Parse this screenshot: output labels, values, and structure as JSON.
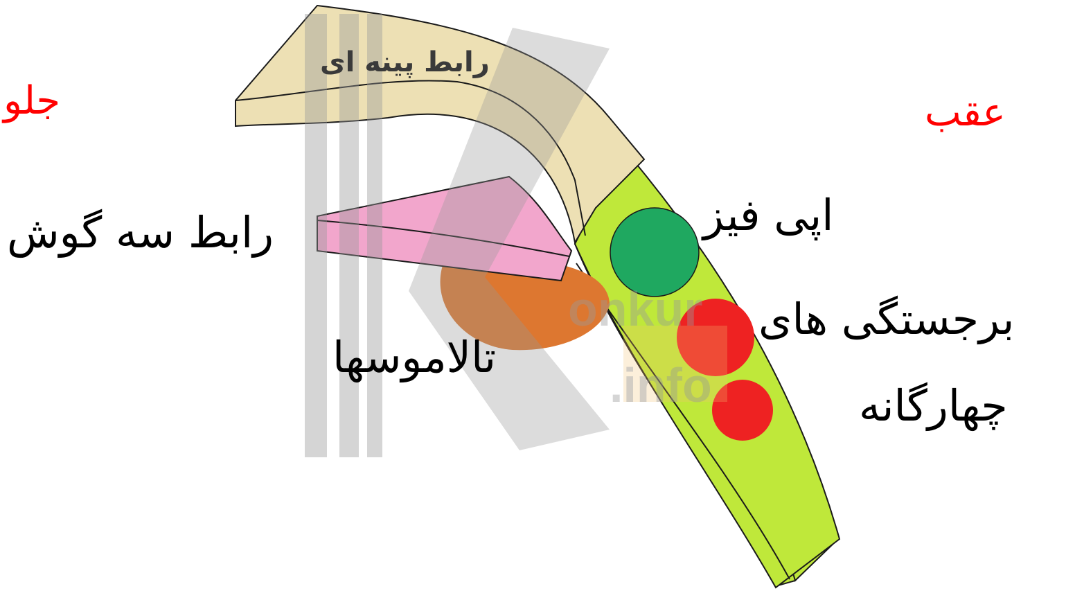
{
  "labels": {
    "corpus_callosum": "رابط پینه ای",
    "front": "جلو",
    "back": "عقب",
    "fornix": "رابط سه گوش",
    "pineal": "اپی فیز",
    "colliculi_line1": "برجستگی های",
    "colliculi_line2": "چهارگانه",
    "thalamus": "تالاموسها"
  },
  "watermark": {
    "text_line1": "onkur",
    "text_line2": ".info"
  },
  "colors": {
    "direction_labels": "#ff0000",
    "corpus_callosum_fill": "#ede0b4",
    "brainstem_fill": "#bfe83a",
    "fornix_fill": "#f2a6cc",
    "thalamus_fill": "#dd7730",
    "pineal_fill": "#1fa860",
    "colliculi_fill": "#ee2222",
    "watermark_gray": "#9a9a9a",
    "watermark_orange": "#f0c070"
  }
}
